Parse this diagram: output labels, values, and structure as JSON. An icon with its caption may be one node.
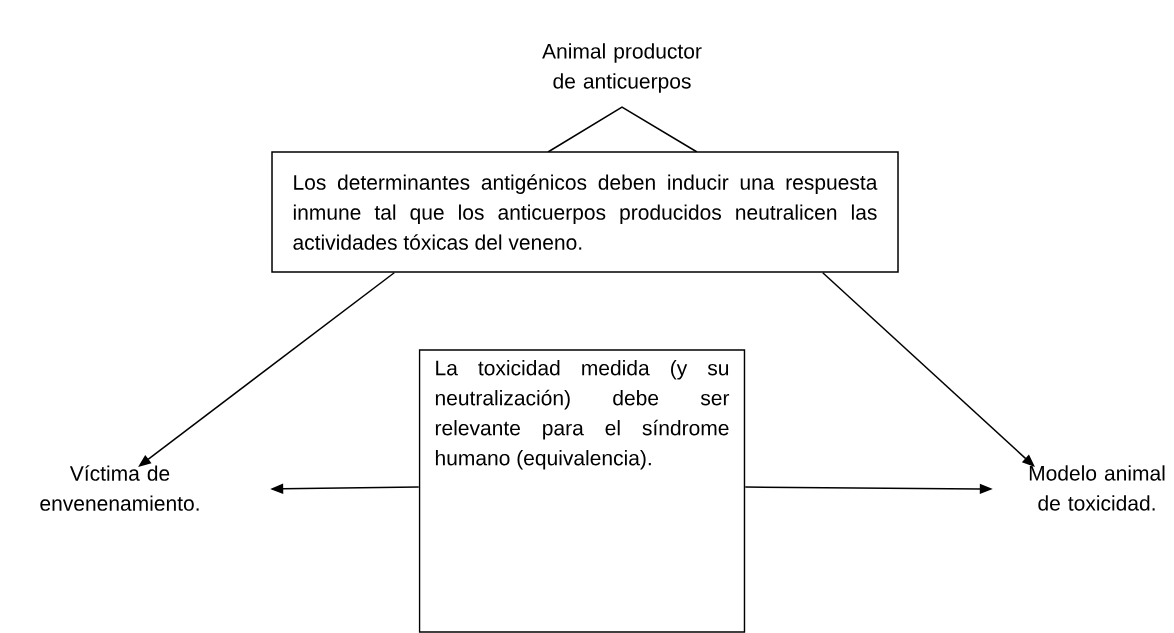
{
  "diagram": {
    "nodes": [
      {
        "text": [
          "Animal productor de anticuerpos"
        ]
      },
      {
        "text": [
          "Los determinantes antigénicos deben inducir una respuesta inmune tal que los anticuerpos producidos neutralicen las actividades tóxicas del veneno."
        ]
      },
      {
        "text": [
          "Víctima de envenenamiento."
        ]
      },
      {
        "text": [
          "La toxicidad medida (y su neutralización) debe ser relevante para el síndrome humano (equivalencia)."
        ]
      },
      {
        "text": [
          "Modelo animal de toxicidad."
        ]
      }
    ],
    "edges": [
      {
        "from": 1,
        "to": 2,
        "arrow": "to"
      },
      {
        "from": 1,
        "to": 4,
        "arrow": "to"
      },
      {
        "from": 3,
        "to": 2,
        "arrow": "to"
      },
      {
        "from": 3,
        "to": 4,
        "arrow": "to"
      }
    ]
  }
}
